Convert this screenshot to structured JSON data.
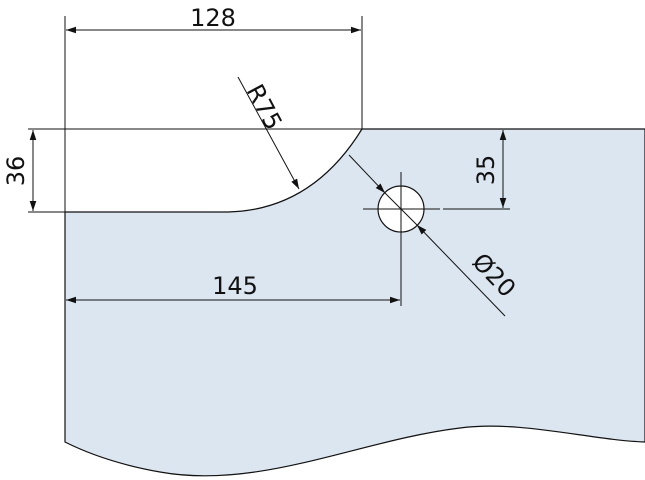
{
  "colors": {
    "plate_fill": "#dce6f0",
    "line": "#111111"
  },
  "dimensions": {
    "width_top": "128",
    "cut_depth": "36",
    "radius": "R75",
    "hole_depth": "35",
    "hole_offset": "145",
    "hole_diameter": "Ø20"
  }
}
